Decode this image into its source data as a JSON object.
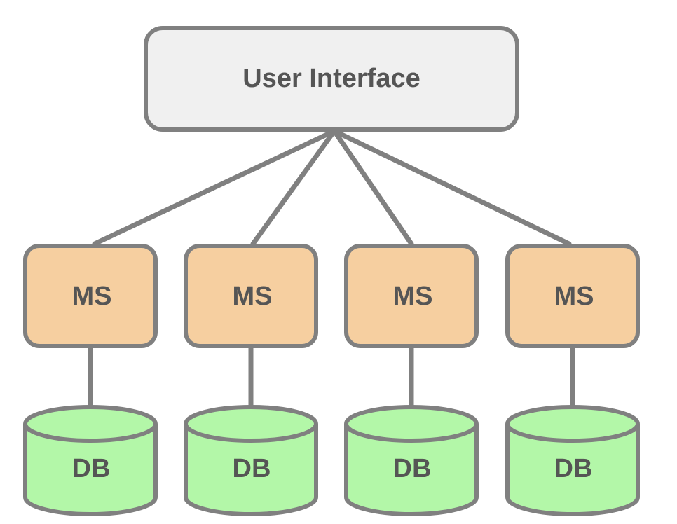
{
  "diagram": {
    "ui_label": "User Interface",
    "services": [
      {
        "label": "MS",
        "db_label": "DB"
      },
      {
        "label": "MS",
        "db_label": "DB"
      },
      {
        "label": "MS",
        "db_label": "DB"
      },
      {
        "label": "MS",
        "db_label": "DB"
      }
    ]
  },
  "colors": {
    "ui_fill": "#f0f0f0",
    "ms_fill": "#f6cfa0",
    "db_fill": "#b3f7a8",
    "stroke": "#808080",
    "text": "#555555"
  }
}
